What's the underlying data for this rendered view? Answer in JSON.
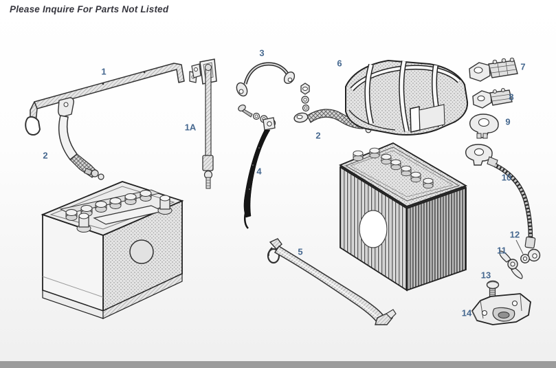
{
  "header": {
    "notice": "Please Inquire For Parts Not Listed"
  },
  "diagram": {
    "labels": [
      {
        "text": "1"
      },
      {
        "text": "2"
      },
      {
        "text": "1A"
      },
      {
        "text": "3"
      },
      {
        "text": "4"
      },
      {
        "text": "2"
      },
      {
        "text": "6"
      },
      {
        "text": "7"
      },
      {
        "text": "8"
      },
      {
        "text": "9"
      },
      {
        "text": "10"
      },
      {
        "text": "12"
      },
      {
        "text": "11"
      },
      {
        "text": "13"
      },
      {
        "text": "14"
      },
      {
        "text": "5"
      }
    ]
  },
  "colors": {
    "label_text": "#46688f",
    "header_text": "#35353d",
    "footer_bar": "#9b9b9b",
    "background_top": "#ffffff",
    "background_bottom": "#efefef",
    "line_art": "#2a2a2a"
  }
}
